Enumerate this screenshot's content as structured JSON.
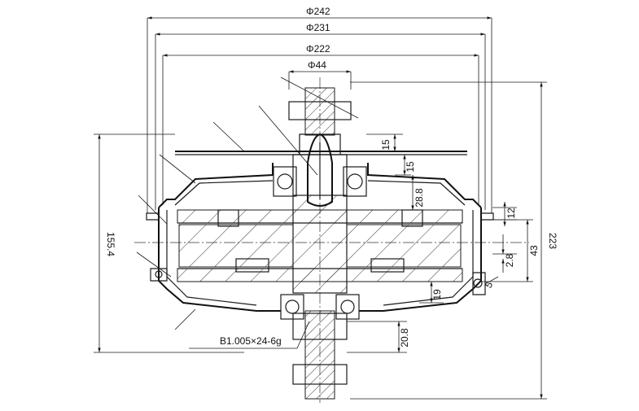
{
  "dimensions": {
    "d242": "Φ242",
    "d231": "Φ231",
    "d222": "Φ222",
    "d44": "Φ44",
    "h155": "155.4",
    "h223": "223",
    "v15a": "15",
    "v15b": "15",
    "v28_8": "28.8",
    "v12": "12",
    "v43": "43",
    "v2_8": "2.8",
    "v19": "19",
    "v5": "5",
    "v20_8": "20.8"
  },
  "spline_spec": "B1.005×24-6g"
}
